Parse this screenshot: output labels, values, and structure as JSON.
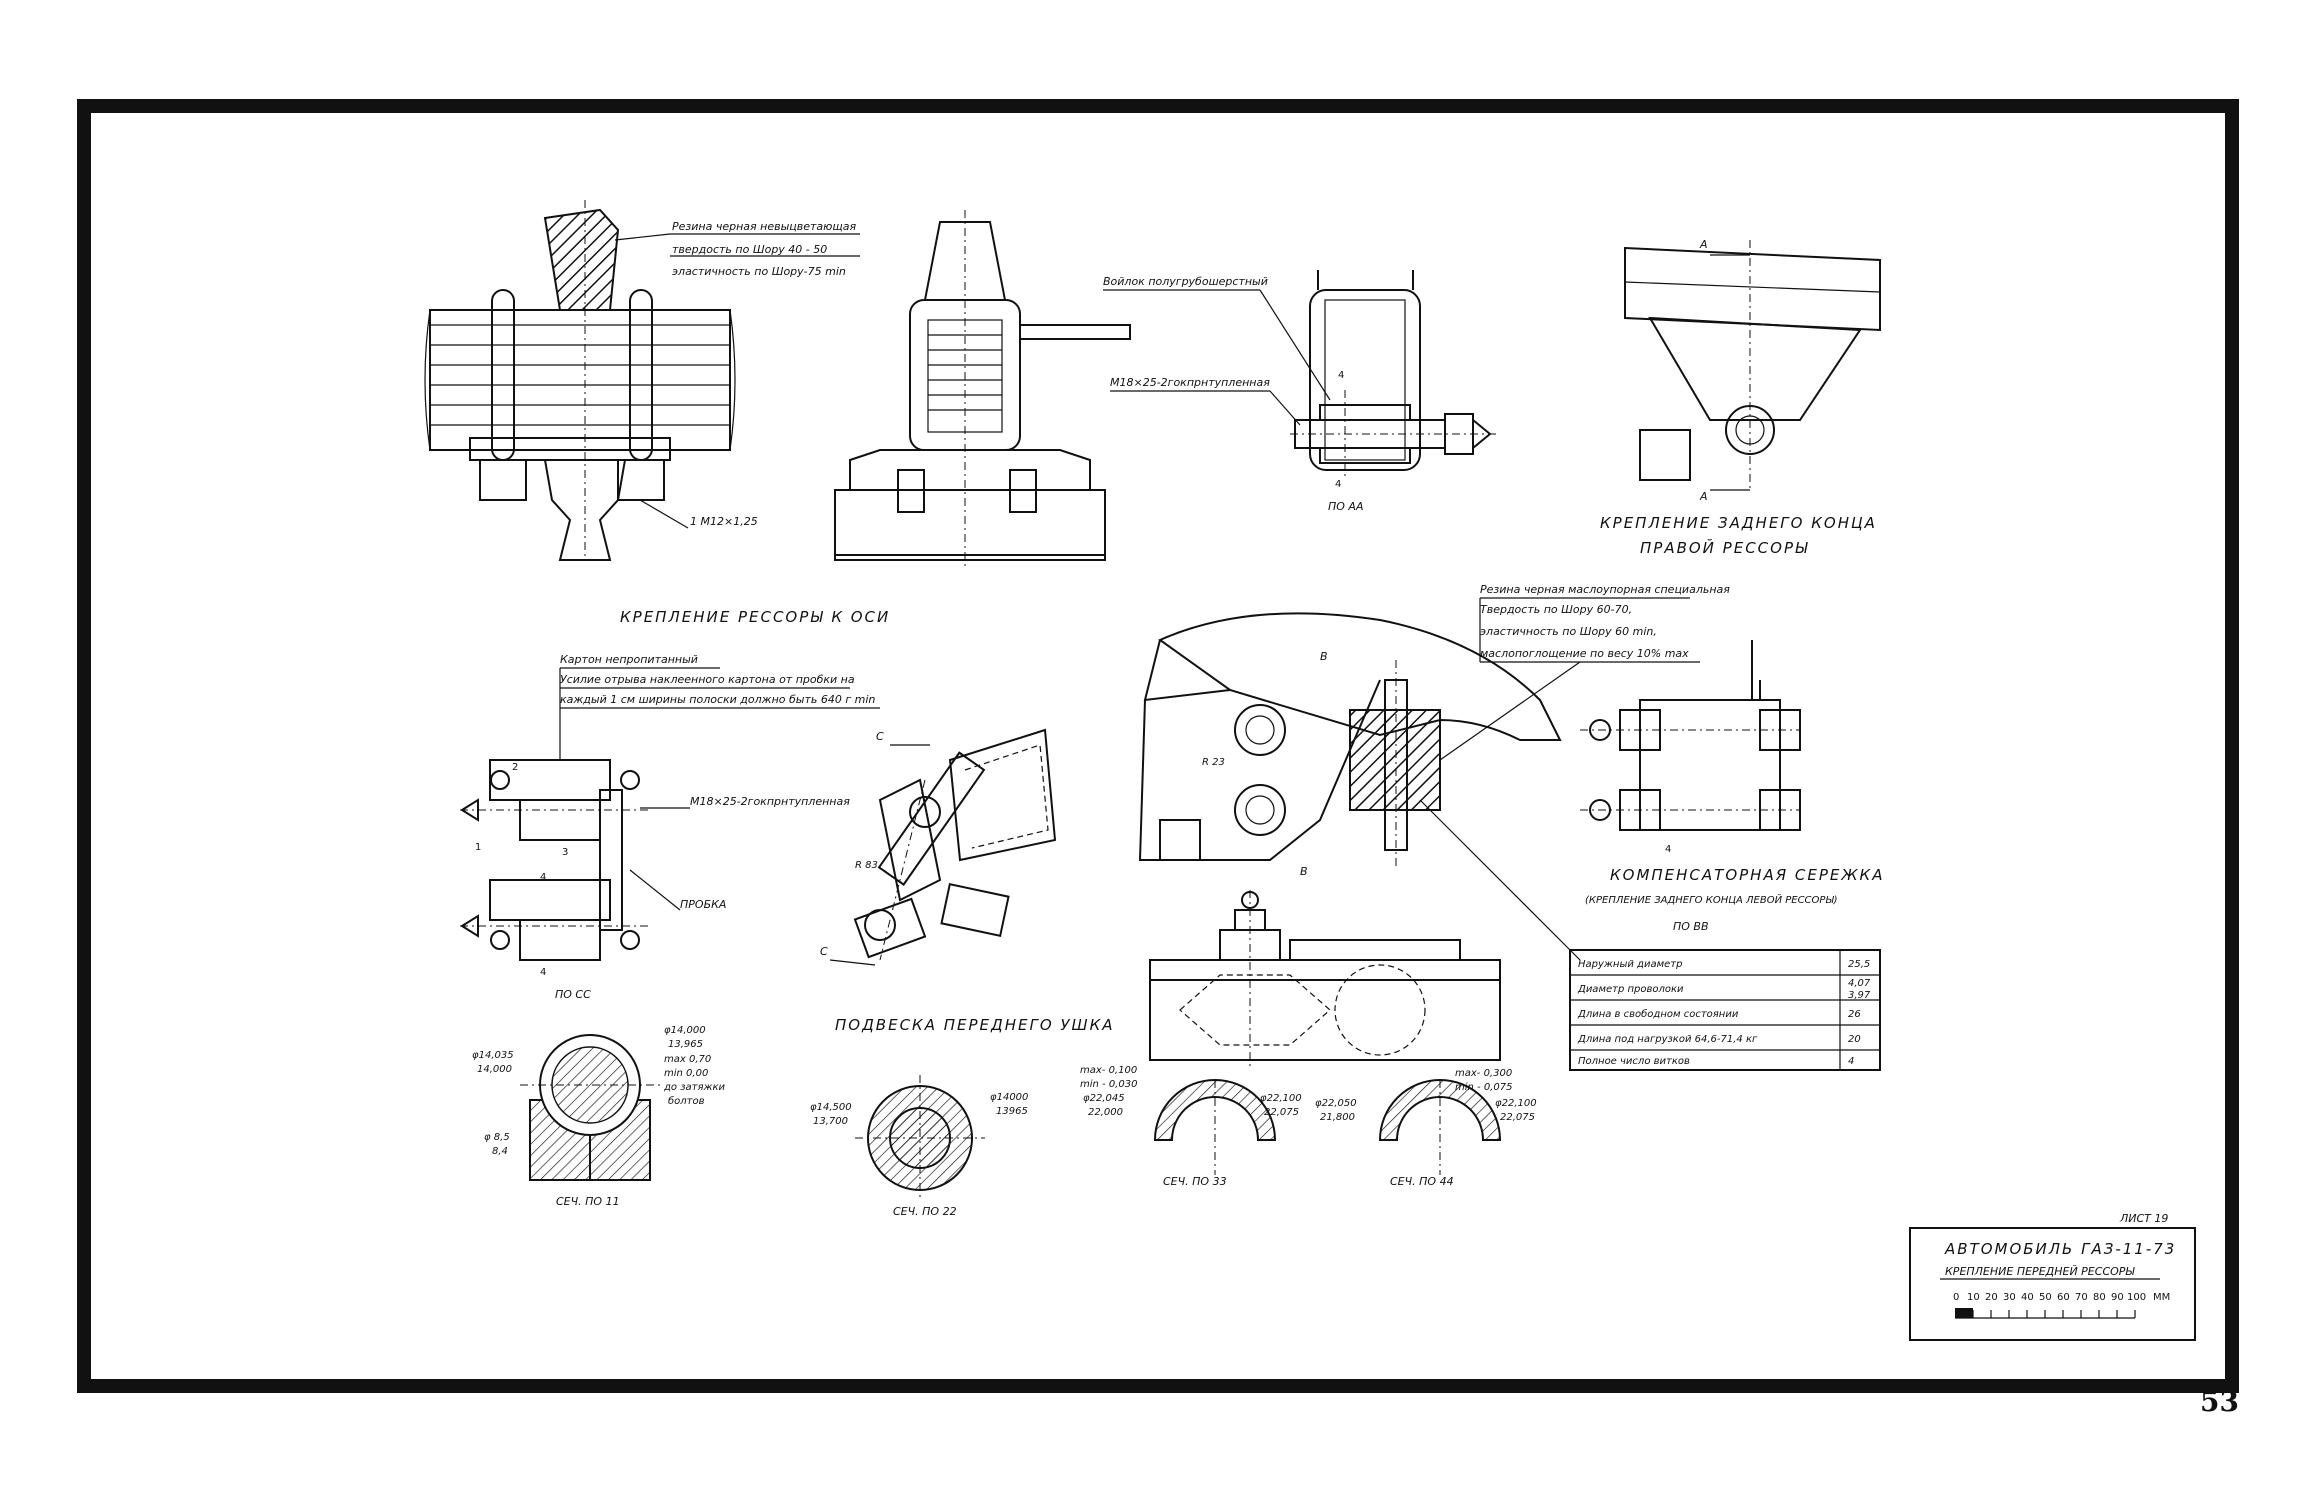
{
  "page_number": "53",
  "title_block": {
    "sheet": "ЛИСТ 19",
    "line1": "АВТОМОБИЛЬ ГАЗ-11-73",
    "line2": "КРЕПЛЕНИЕ ПЕРЕДНЕЙ РЕССОРЫ",
    "scale_labels": [
      "0",
      "10",
      "20",
      "30",
      "40",
      "50",
      "60",
      "70",
      "80",
      "90",
      "100",
      "ММ"
    ]
  },
  "views": {
    "axle_mount_caption": "КРЕПЛЕНИЕ РЕССОРЫ К ОСИ",
    "rear_end_caption_1": "КРЕПЛЕНИЕ ЗАДНЕГО КОНЦА",
    "rear_end_caption_2": "ПРАВОЙ РЕССОРЫ",
    "view_aa": "ПО АА",
    "view_cc": "ПО СС",
    "view_bb": "ПО ВВ",
    "front_eye_caption": "ПОДВЕСКА ПЕРЕДНЕГО УШКА",
    "shackle_caption": "КОМПЕНСАТОРНАЯ СЕРЕЖКА",
    "shackle_sub": "(КРЕПЛЕНИЕ ЗАДНЕГО КОНЦА ЛЕВОЙ РЕССОРЫ)",
    "sec_11": "СЕЧ. ПО 11",
    "sec_22": "СЕЧ. ПО 22",
    "sec_33": "СЕЧ. ПО 33",
    "sec_44": "СЕЧ. ПО 44"
  },
  "notes": {
    "rubber1_l1": "Резина черная невыцветающая",
    "rubber1_l2": "твердость по Шору 40 - 50",
    "rubber1_l3": "эластичность по Шору-75 min",
    "felt": "Войлок полугрубошерстный",
    "m18_aa": "М18×25-2гокпрнтупленная",
    "m12": "1 М12×1,25",
    "rubber2_l1": "Резина черная маслоупорная специальная",
    "rubber2_l2": "Твердость по Шору 60-70,",
    "rubber2_l3": "эластичность по Шору 60 min,",
    "rubber2_l4": "маслопоглощение по весу 10% max",
    "carton_l1": "Картон непропитанный",
    "carton_l2": "Усилие отрыва наклеенного картона от пробки на",
    "carton_l3": "каждый 1 см ширины полоски должно быть 640 г min",
    "m18_cc": "М18×25-2гокпрнтупленная",
    "plug": "ПРОБКА",
    "r23": "R 23",
    "r83": "R 83"
  },
  "labels": {
    "A": "А",
    "C": "С",
    "B": "В",
    "n1": "1",
    "n2": "2",
    "n3": "3",
    "n4": "4"
  },
  "dims": {
    "s11_l_top": "φ14,035",
    "s11_l_bot": "14,000",
    "s11_r_top": "φ14,000",
    "s11_r_bot": "13,965",
    "s11_max": "max 0,70",
    "s11_min": "min 0,00",
    "s11_z1": "до затяжки",
    "s11_z2": "болтов",
    "s11_d_top": "φ 8,5",
    "s11_d_bot": "8,4",
    "s22_l_top": "φ14,500",
    "s22_l_bot": "13,700",
    "s22_r_top": "φ14000",
    "s22_r_bot": "13965",
    "s33_max": "max- 0,100",
    "s33_min": "min - 0,030",
    "s33_l_top": "φ22,045",
    "s33_l_bot": "22,000",
    "s33_r_top": "φ22,100",
    "s33_r_bot": "22,075",
    "s44_max": "max- 0,300",
    "s44_min": "min - 0,075",
    "s44_l_top": "φ22,050",
    "s44_l_bot": "21,800",
    "s44_r_top": "φ22,100",
    "s44_r_bot": "22,075"
  },
  "spring_table": [
    {
      "label": "Наружный диаметр",
      "value": "25,5"
    },
    {
      "label": "Диаметр проволоки",
      "value_top": "4,07",
      "value_bot": "3,97"
    },
    {
      "label": "Длина в свободном состоянии",
      "value": "26"
    },
    {
      "label": "Длина под нагрузкой 64,6-71,4 кг",
      "value": "20"
    },
    {
      "label": "Полное число витков",
      "value": "4"
    }
  ]
}
